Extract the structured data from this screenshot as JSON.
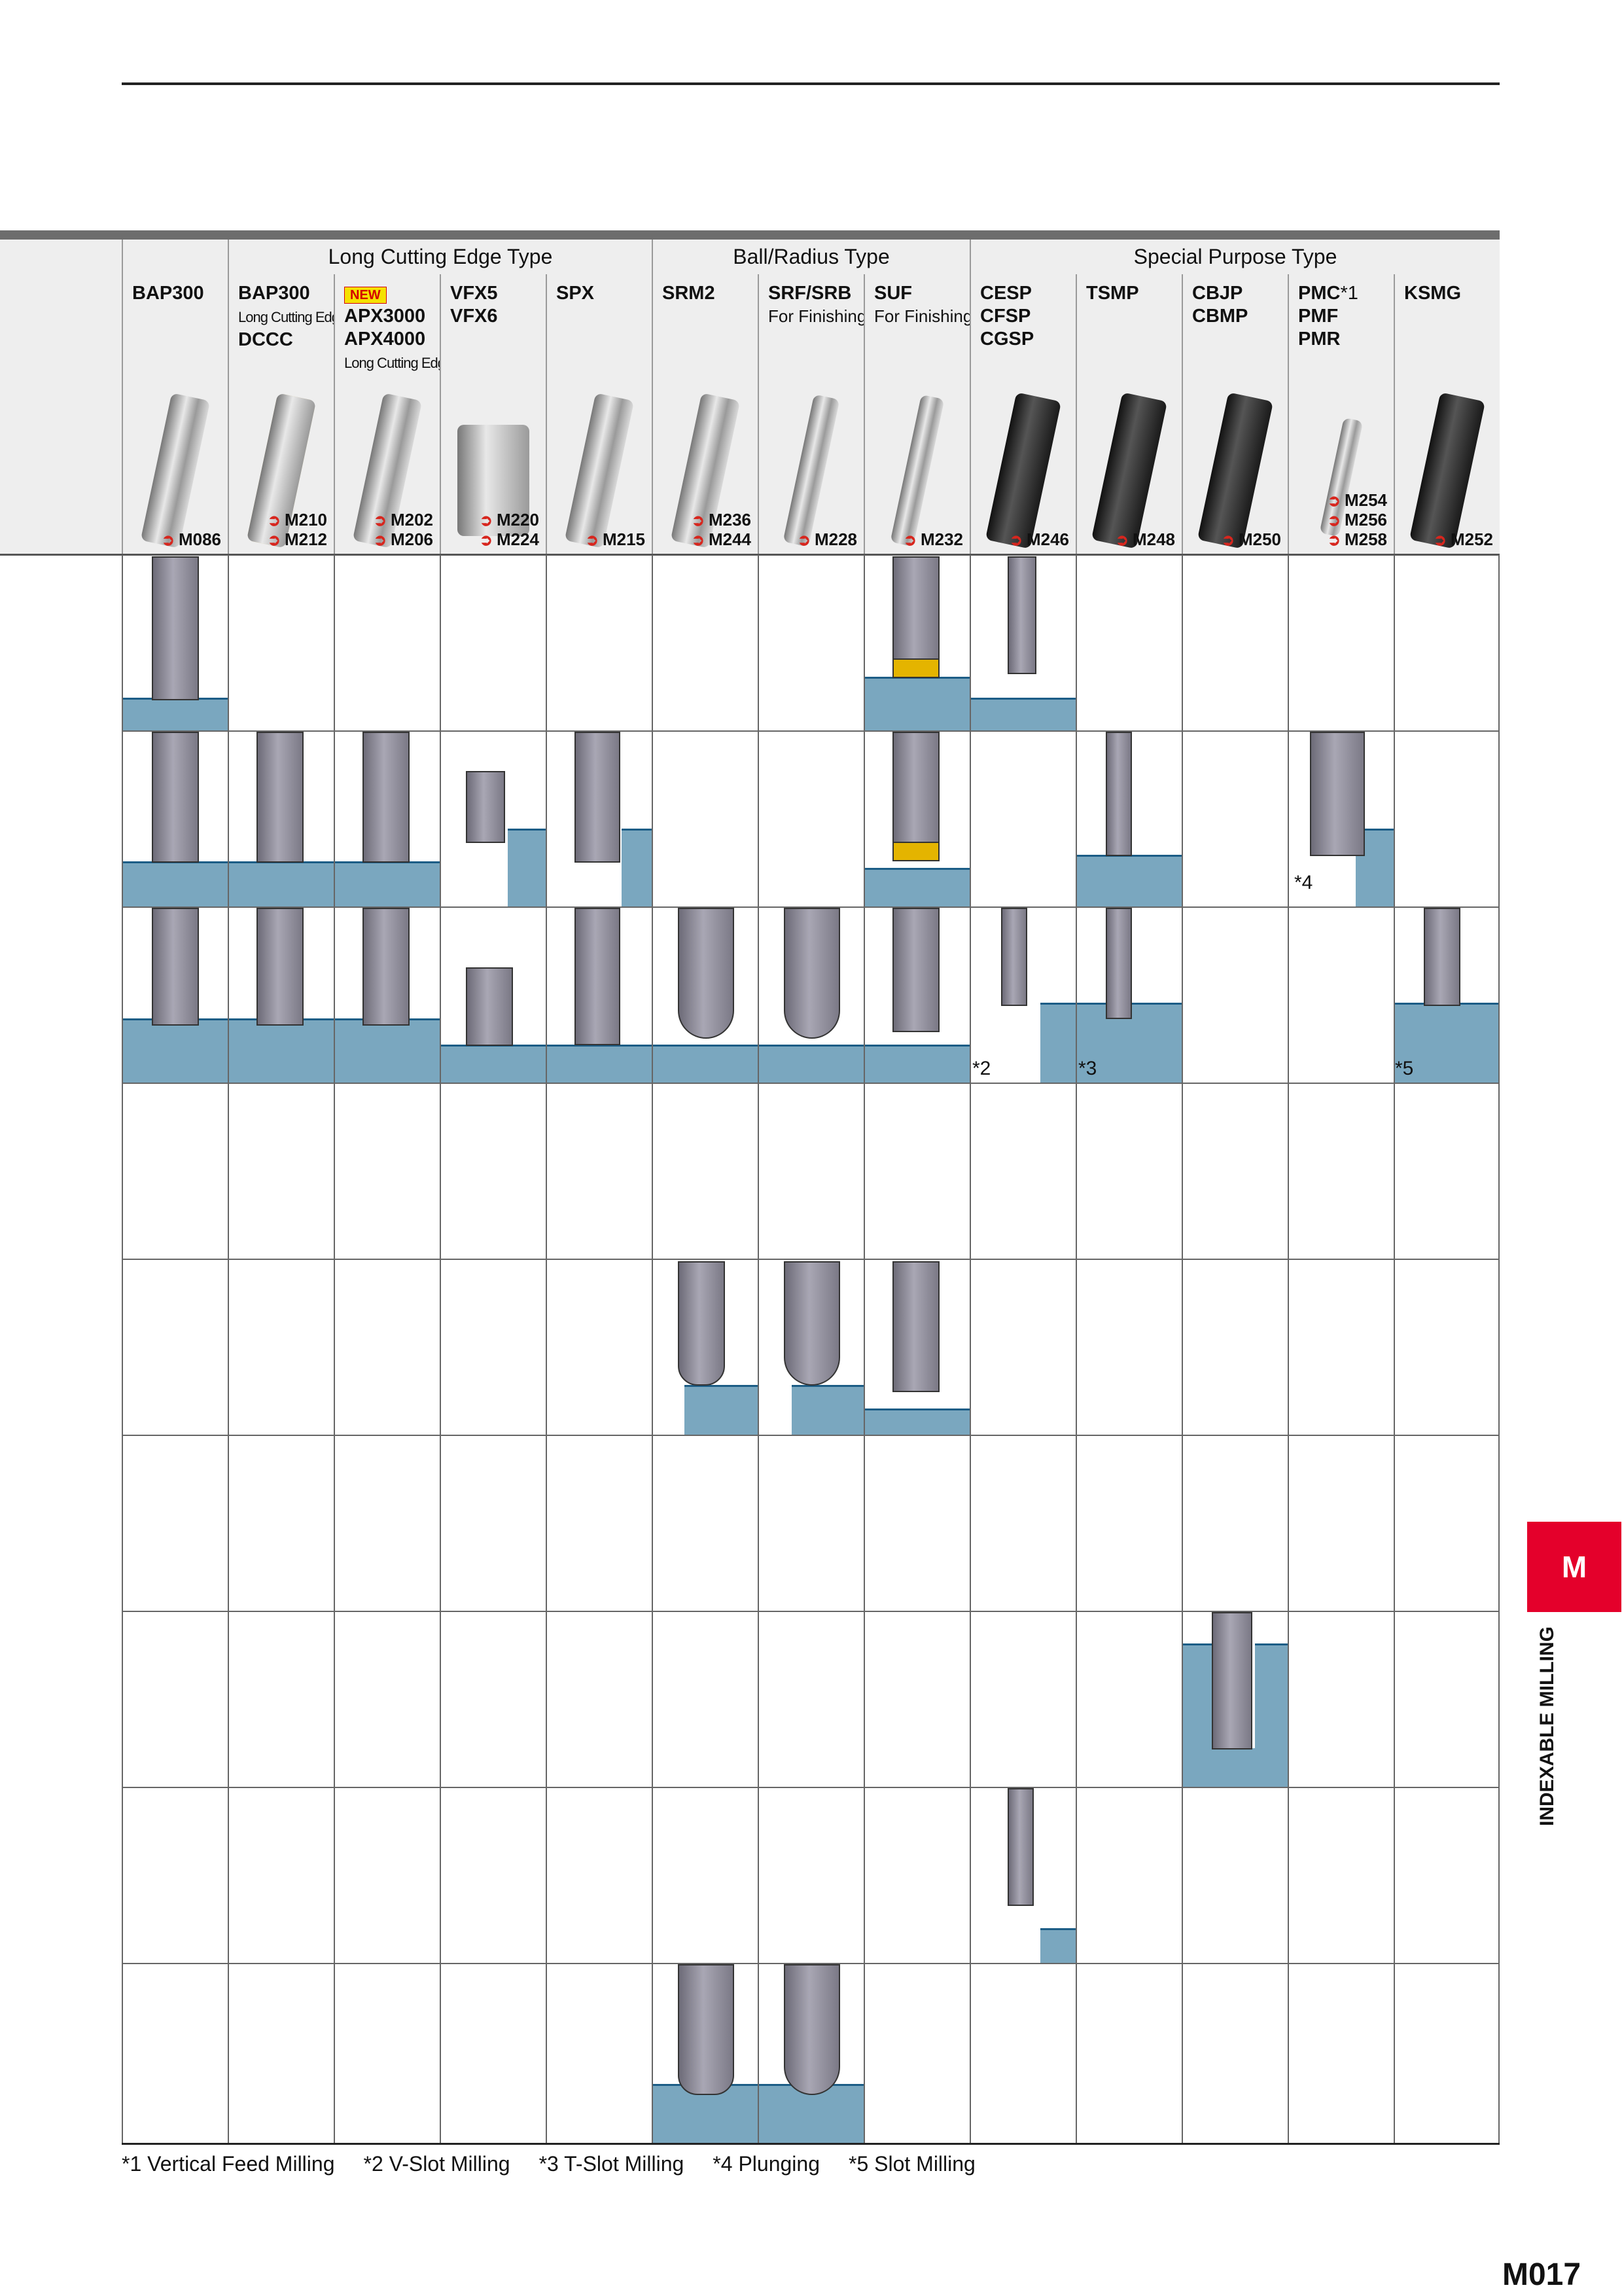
{
  "groups": [
    {
      "label": "Long Cutting Edge Type"
    },
    {
      "label": "Ball/Radius Type"
    },
    {
      "label": "Special Purpose Type"
    }
  ],
  "columns": [
    {
      "name": "BAP300",
      "sub": "",
      "refs": [
        "M086"
      ]
    },
    {
      "name": "BAP300",
      "sub": "Long Cutting Edge Type",
      "name2": "DCCC",
      "refs": [
        "M210",
        "M212"
      ]
    },
    {
      "badge": "NEW",
      "name": "APX3000\nAPX4000",
      "sub": "Long Cutting Edge Type",
      "refs": [
        "M202",
        "M206"
      ]
    },
    {
      "name": "VFX5\nVFX6",
      "refs": [
        "M220",
        "M224"
      ]
    },
    {
      "name": "SPX",
      "refs": [
        "M215"
      ]
    },
    {
      "name": "SRM2",
      "refs": [
        "M236",
        "M244"
      ]
    },
    {
      "name": "SRF/SRB",
      "fin": "For Finishing",
      "refs": [
        "M228"
      ]
    },
    {
      "name": "SUF",
      "fin": "For Finishing",
      "refs": [
        "M232"
      ]
    },
    {
      "name": "CESP\nCFSP\nCGSP",
      "refs": [
        "M246"
      ]
    },
    {
      "name": "TSMP",
      "refs": [
        "M248"
      ]
    },
    {
      "name": "CBJP\nCBMP",
      "refs": [
        "M250"
      ]
    },
    {
      "name": "PMC",
      "mark": "*1",
      "name2": "PMF\nPMR",
      "refs": [
        "M254",
        "M256",
        "M258"
      ]
    },
    {
      "name": "KSMG",
      "refs": [
        "M252"
      ]
    }
  ],
  "notes": {
    "n2": "*2",
    "n3": "*3",
    "n4": "*4",
    "n5": "*5"
  },
  "footnotes": [
    "*1 Vertical Feed Milling",
    "*2 V-Slot Milling",
    "*3 T-Slot Milling",
    "*4 Plunging",
    "*5 Slot Milling"
  ],
  "side_tab": {
    "letter": "M",
    "label": "INDEXABLE MILLING"
  },
  "page_number": "M017"
}
